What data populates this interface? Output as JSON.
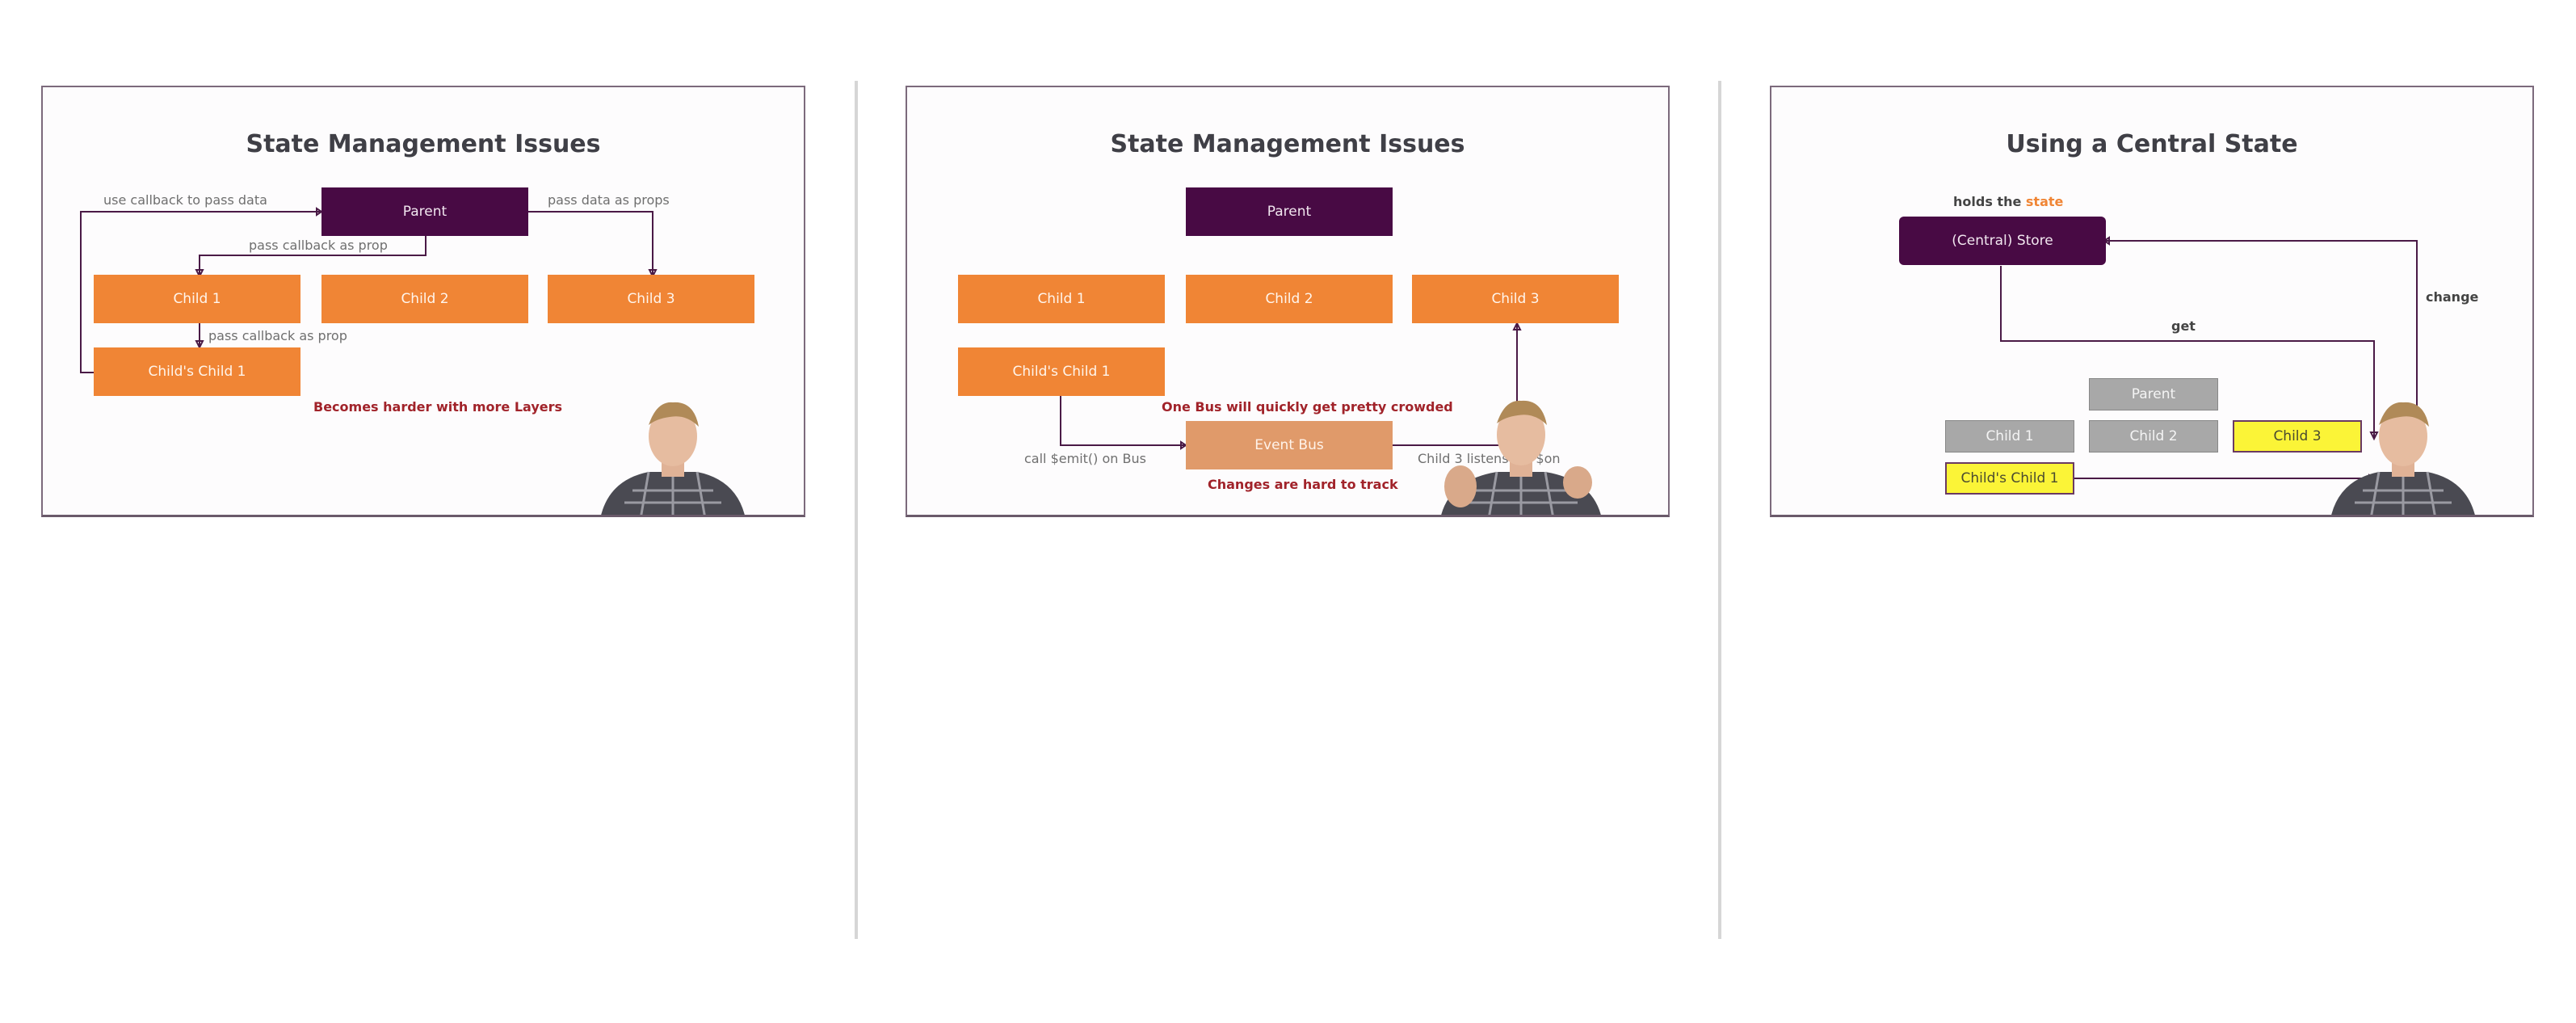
{
  "slide1": {
    "title": "State Management Issues",
    "parent": "Parent",
    "child1": "Child 1",
    "child2": "Child 2",
    "child3": "Child 3",
    "childs_child": "Child's Child 1",
    "lbl_use_callback": "use callback to pass data",
    "lbl_pass_props": "pass data as props",
    "lbl_pass_callback_1": "pass callback as prop",
    "lbl_pass_callback_2": "pass callback as prop",
    "warning": "Becomes harder with more Layers"
  },
  "slide2": {
    "title": "State Management Issues",
    "parent": "Parent",
    "child1": "Child 1",
    "child2": "Child 2",
    "child3": "Child 3",
    "childs_child": "Child's Child 1",
    "event_bus": "Event Bus",
    "warning_top": "One Bus will quickly get pretty crowded",
    "lbl_emit": "call $emit() on Bus",
    "lbl_listens": "Child 3 listens via $on",
    "warning_bottom": "Changes are hard to track"
  },
  "slide3": {
    "title": "Using a Central State",
    "holds_prefix": "holds the",
    "holds_accent": "state",
    "store": "(Central) Store",
    "lbl_get": "get",
    "lbl_change": "change",
    "parent": "Parent",
    "child1": "Child 1",
    "child2": "Child 2",
    "child3": "Child 3",
    "childs_child": "Child's Child 1"
  },
  "colors": {
    "orange": "#f08535",
    "purple": "#480a44",
    "warning_red": "#a1232a",
    "highlight_yellow": "#fbf437"
  }
}
